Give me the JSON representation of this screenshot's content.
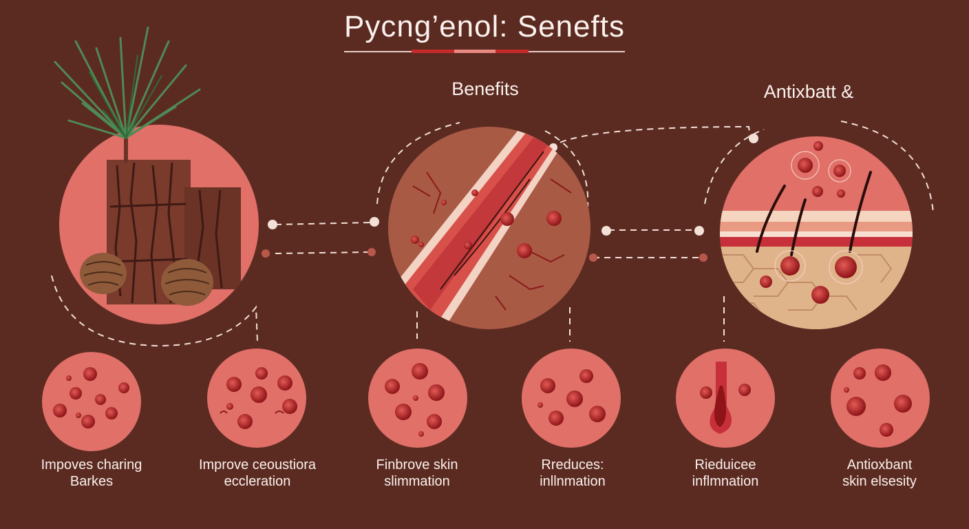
{
  "title": "Pycng’enol: Senefts",
  "sections": [
    {
      "label": ""
    },
    {
      "label": "Benefits"
    },
    {
      "label": "Antixbatt  &"
    }
  ],
  "captions": [
    {
      "line1": "Impoves charing",
      "line2": "Barkes"
    },
    {
      "line1": "Improve ceoustiora",
      "line2": "eccleration"
    },
    {
      "line1": "Finbrove skin",
      "line2": "slimmation"
    },
    {
      "line1": "Rreduces:",
      "line2": "inllnmation"
    },
    {
      "line1": "Rieduicee",
      "line2": "inflmnation"
    },
    {
      "line1": "Antioxbant",
      "line2": "skin elsesity"
    }
  ],
  "illustrations": {
    "main": [
      "pine-bark-illustration",
      "blood-vessel-illustration",
      "skin-layer-illustration"
    ],
    "small": [
      "blood-cells-icon",
      "circulation-cells-icon",
      "skin-cells-icon",
      "red-cells-icon",
      "inflamed-follicle-icon",
      "antioxidant-cells-icon"
    ]
  },
  "colors": {
    "background": "#5b2b22",
    "circle": "#e07068",
    "vessel": "#c7403c",
    "dark_red": "#a81e22",
    "text": "#fbf1ec",
    "accent": "#e0443c"
  }
}
